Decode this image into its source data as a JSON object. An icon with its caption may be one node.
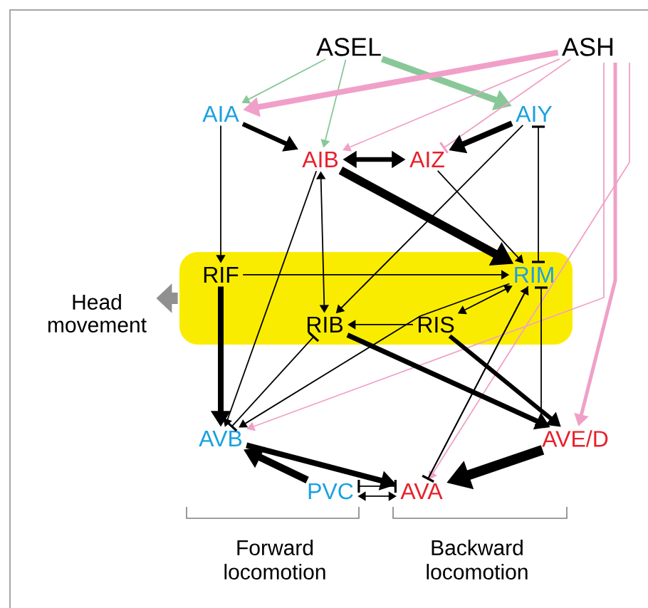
{
  "diagram": {
    "nodes": [
      {
        "text": [
          "ASEL"
        ]
      },
      {
        "text": [
          "ASH"
        ]
      },
      {
        "text": [
          "AIA"
        ]
      },
      {
        "text": [
          "AIY"
        ]
      },
      {
        "text": [
          "AIB"
        ]
      },
      {
        "text": [
          "AIZ"
        ]
      },
      {
        "text": [],
        "shape": "box"
      },
      {
        "text": [
          "RIF"
        ],
        "in": 6
      },
      {
        "text": [
          "RIM"
        ],
        "in": 6
      },
      {
        "text": [
          "RIB"
        ],
        "in": 6
      },
      {
        "text": [
          "RIS"
        ],
        "in": 6
      },
      {
        "text": [
          "Head movement"
        ]
      },
      {
        "text": [
          "AVB"
        ]
      },
      {
        "text": [
          "AVE/D"
        ]
      },
      {
        "text": [
          "PVC"
        ]
      },
      {
        "text": [
          "AVA"
        ]
      }
    ],
    "edges": [
      {
        "from": 0,
        "to": 2,
        "arrow": "to",
        "color": "#88c898"
      },
      {
        "from": 0,
        "to": 4,
        "arrow": "to",
        "color": "#88c898"
      },
      {
        "from": 0,
        "to": 3,
        "arrow": "to",
        "style": "thick",
        "color": "#88c898"
      },
      {
        "from": 1,
        "to": 2,
        "arrow": "to",
        "style": "thick",
        "color": "#f0a0c8"
      },
      {
        "from": 1,
        "to": 4,
        "arrow": "to",
        "color": "#f0a0c8"
      },
      {
        "from": 1,
        "to": 5,
        "arrow": "other",
        "color": "#f0a0c8"
      },
      {
        "from": 1,
        "to": 12,
        "arrow": "to",
        "color": "#f0a0c8"
      },
      {
        "from": 1,
        "to": 13,
        "arrow": "to",
        "style": "thick",
        "color": "#f0a0c8"
      },
      {
        "from": 1,
        "to": 15,
        "arrow": "to",
        "color": "#f0a0c8"
      },
      {
        "from": 2,
        "to": 4,
        "arrow": "to",
        "style": "thick"
      },
      {
        "from": 2,
        "to": 7,
        "arrow": "to"
      },
      {
        "from": 4,
        "to": 5,
        "arrow": "both",
        "style": "thick"
      },
      {
        "from": 3,
        "to": 5,
        "arrow": "to",
        "style": "thick"
      },
      {
        "from": 3,
        "to": 9,
        "arrow": "to"
      },
      {
        "from": 3,
        "to": 8,
        "arrow": "other"
      },
      {
        "from": 4,
        "to": 8,
        "arrow": "to",
        "style": "thick"
      },
      {
        "from": 5,
        "to": 8,
        "arrow": "to"
      },
      {
        "from": 4,
        "to": 12,
        "arrow": "to"
      },
      {
        "from": 4,
        "to": 9,
        "arrow": "both"
      },
      {
        "from": 7,
        "to": 8,
        "arrow": "to"
      },
      {
        "from": 7,
        "to": 12,
        "arrow": "to",
        "style": "thick"
      },
      {
        "from": 8,
        "to": 12,
        "arrow": "to"
      },
      {
        "from": 10,
        "to": 9,
        "arrow": "to"
      },
      {
        "from": 10,
        "to": 8,
        "arrow": "both"
      },
      {
        "from": 9,
        "to": 13,
        "arrow": "to",
        "style": "thick"
      },
      {
        "from": 10,
        "to": 13,
        "arrow": "to",
        "style": "thick"
      },
      {
        "from": 15,
        "to": 8,
        "arrow": "to"
      },
      {
        "from": 8,
        "to": 15,
        "arrow": "other"
      },
      {
        "from": 12,
        "to": 9,
        "arrow": "other"
      },
      {
        "from": 8,
        "to": 13,
        "arrow": "other"
      },
      {
        "from": 12,
        "to": 15,
        "arrow": "to",
        "style": "thick"
      },
      {
        "from": 14,
        "to": 12,
        "arrow": "to",
        "style": "thick"
      },
      {
        "from": 14,
        "to": 15,
        "arrow": "other"
      },
      {
        "from": 14,
        "to": 15,
        "arrow": "both"
      },
      {
        "from": 13,
        "to": 15,
        "arrow": "to",
        "style": "thick"
      },
      {
        "from": 6,
        "to": 11,
        "arrow": "to",
        "style": "thick",
        "color": "#909090"
      }
    ],
    "labels": [
      "Forward locomotion",
      "Backward locomotion"
    ]
  }
}
